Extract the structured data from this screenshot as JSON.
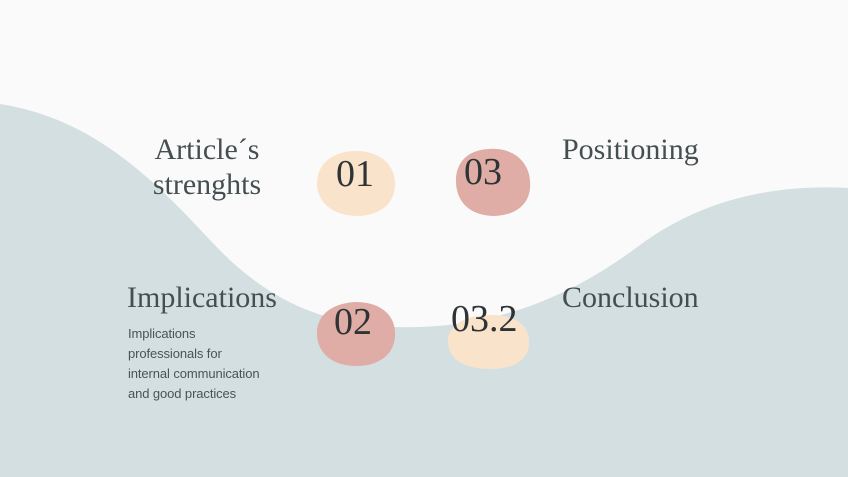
{
  "slide": {
    "background_color": "#fafafa",
    "wave_color": "#d3dfe1",
    "heading_color": "#454f51",
    "body_color": "#4a5456",
    "number_color": "#2e3436",
    "blob_peach_color": "#fae3cb",
    "blob_rose_color": "#dfada6"
  },
  "items": [
    {
      "number": "01",
      "blob": "peach-blob",
      "heading": "Article´s\nstrenghts",
      "body": ""
    },
    {
      "number": "03",
      "blob": "rose-blob",
      "heading": "Positioning",
      "body": ""
    },
    {
      "number": "02",
      "blob": "rose-blob",
      "heading": "Implications",
      "body": "Implications\nprofessionals for\ninternal communication\nand good practices"
    },
    {
      "number": "03.2",
      "blob": "peach-blob",
      "heading": "Conclusion",
      "body": ""
    }
  ]
}
